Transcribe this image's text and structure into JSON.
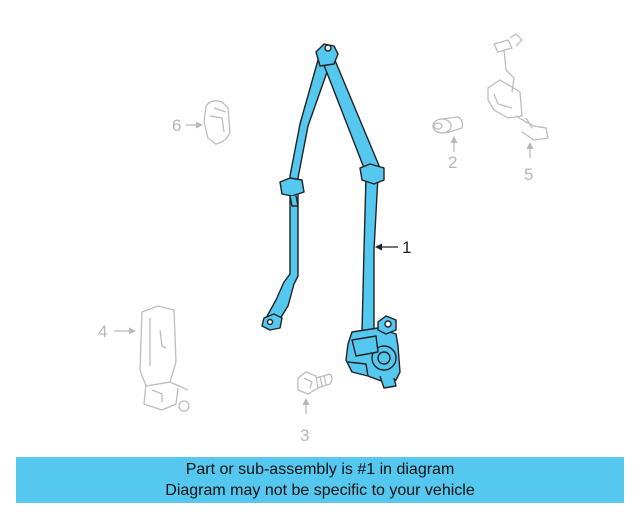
{
  "colors": {
    "highlight": "#55c8f0",
    "banner": "#55c8f0",
    "outline": "#222222",
    "ghost": "#b8b8b8"
  },
  "callouts": {
    "c1": "1",
    "c2": "2",
    "c3": "3",
    "c4": "4",
    "c5": "5",
    "c6": "6"
  },
  "banner": {
    "line1": "Part or sub-assembly is #1 in diagram",
    "line2": "Diagram may not be specific to your vehicle"
  }
}
